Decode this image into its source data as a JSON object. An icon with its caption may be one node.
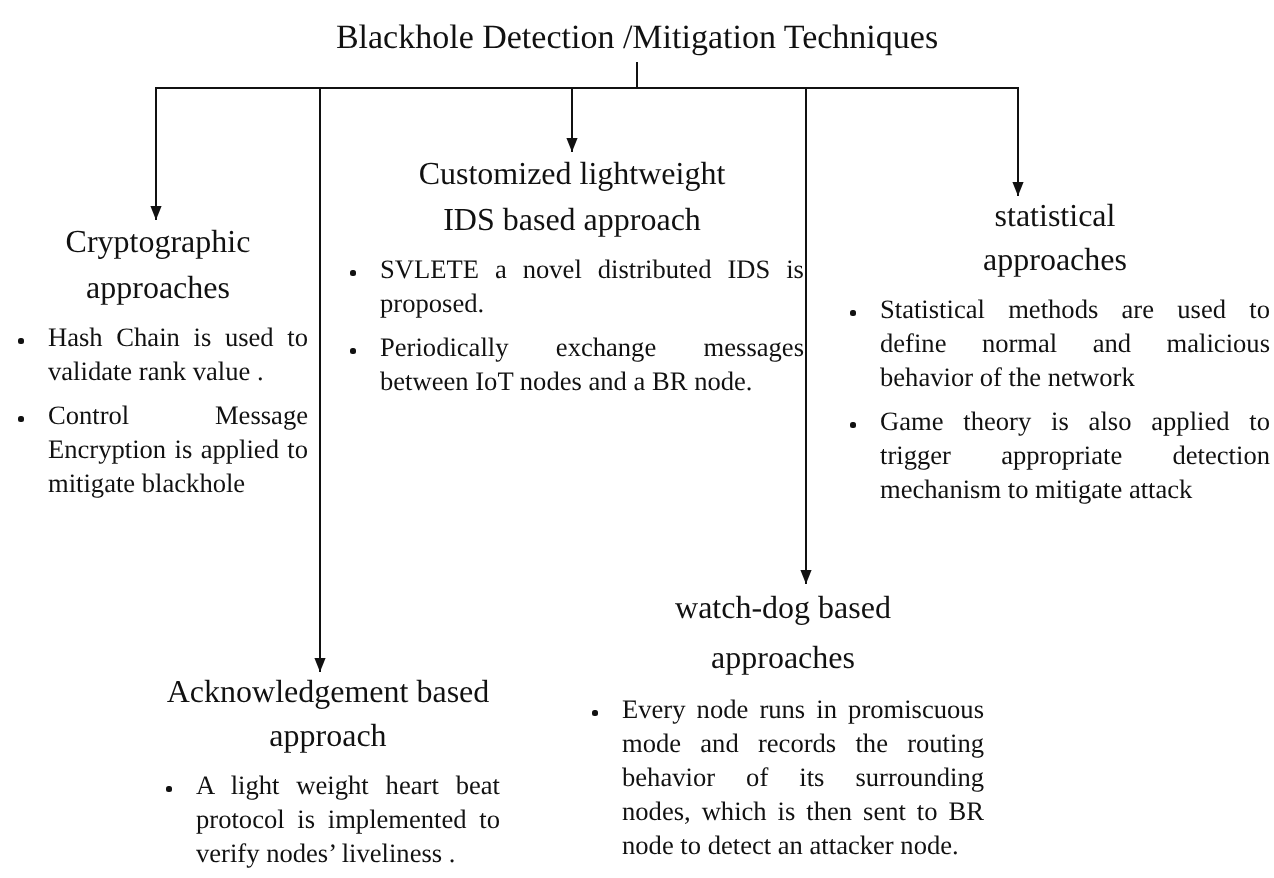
{
  "diagram": {
    "nodes": [
      {
        "text": [
          "Blackhole Detection /Mitigation Techniques"
        ]
      },
      {
        "text": [
          "Cryptographic approaches",
          "Hash Chain is used to validate rank value .",
          "Control Message Encryption is applied to mitigate blackhole"
        ]
      },
      {
        "text": [
          "Acknowledgement based approach",
          "A light weight heart beat protocol is implemented to verify nodes’ liveliness ."
        ]
      },
      {
        "text": [
          "Customized lightweight IDS based approach",
          "SVLETE a novel distributed IDS is proposed.",
          "Periodically exchange messages between IoT nodes and a BR node."
        ]
      },
      {
        "text": [
          "watch-dog based approaches",
          "Every node runs in promiscuous mode and records the routing behavior of its surrounding nodes, which is then sent to BR node to detect an attacker node."
        ]
      },
      {
        "text": [
          "statistical approaches",
          "Statistical methods are used to define normal and malicious behavior of the network",
          "Game theory is also applied to trigger appropriate detection mechanism to mitigate attack"
        ]
      }
    ],
    "edges": [
      {
        "from": 0,
        "to": 1,
        "arrow": "to"
      },
      {
        "from": 0,
        "to": 2,
        "arrow": "to"
      },
      {
        "from": 0,
        "to": 3,
        "arrow": "to"
      },
      {
        "from": 0,
        "to": 4,
        "arrow": "to"
      },
      {
        "from": 0,
        "to": 5,
        "arrow": "to"
      }
    ]
  }
}
